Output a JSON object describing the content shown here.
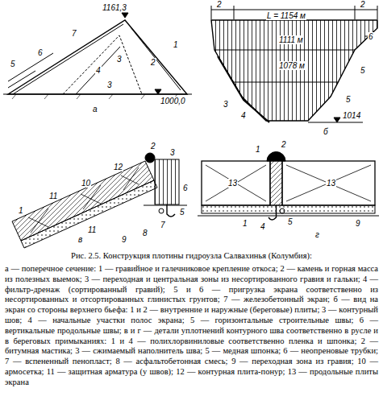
{
  "diagram": {
    "caption": "Рис. 2.5. Конструкция плотины гидроузла Салвахинья (Колумбия):",
    "labels": [
      "1161,3",
      "7",
      "6",
      "5",
      "4",
      "3",
      "2",
      "1",
      "3",
      "1000,0",
      "а",
      "2",
      "2",
      "L = 1154 м",
      "1111 м",
      "1078 м",
      "6",
      "5",
      "5",
      "3",
      "4",
      "1014",
      "б",
      "2",
      "3",
      "11",
      "10",
      "12",
      "1",
      "11",
      "5",
      "7",
      "8",
      "9",
      "6",
      "в",
      "2",
      "1",
      "13",
      "13",
      "4",
      "1",
      "5",
      "9",
      "г",
      "а — поперечное сечение: 1 — гравийное и галечниковое крепление откоса; 2 — камень и горная масса из полезных выемок; 3 — переходная и центральная зоны из несортированного гравия и гальки; 4 — фильтр-дренаж (сортированный гравий); 5 и 6 — пригрузка экрана соответственно из несортированных и отсортированных глинистых грунтов; 7 — железобетонный экран; б — вид на экран со стороны верхнего бьефа: 1 и 2 — внутренние и наружные (береговые) плиты; 3 — контурный шов; 4 — начальные участки полос экрана; 5 — горизонтальные строительные швы; 6 — вертикальные продольные швы; в и г — детали уплотнений контурного шва соответственно в русле и в береговых примыканиях: 1 и 4 — полихлорвиниловые соответственно пленка и шпонка; 2 — битумная мастика; 3 — сжимаемый наполнитель шва; 5 — медная шпонка; 6 — неопреновые трубки; 7 — вспененный пенопласт; 8 — асфальтобетонная смесь; 9 — переходная зона из гравия; 10 — армосетка; 11 — защитная арматура (у швов); 12 — контурная плита-понур; 13 — продольные плиты экрана"
    ]
  }
}
